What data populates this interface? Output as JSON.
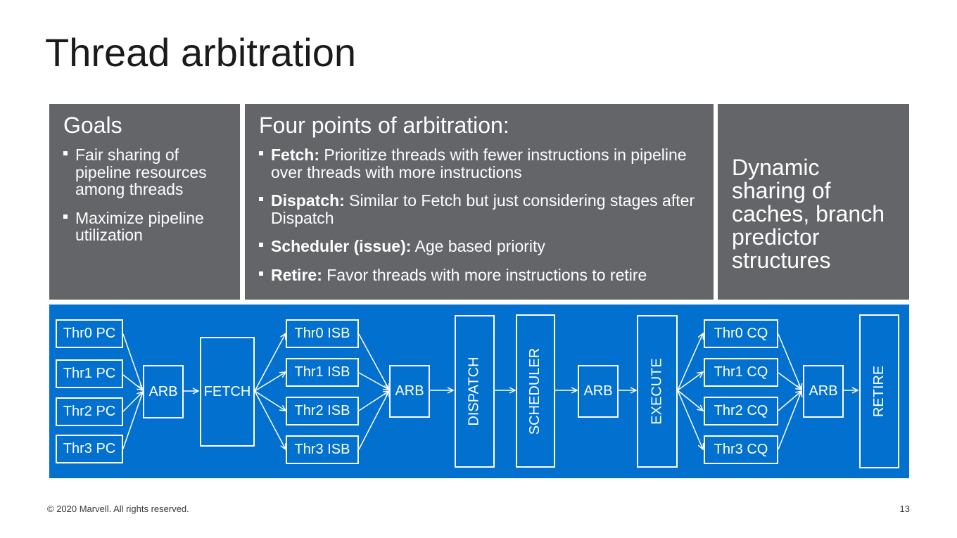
{
  "title": "Thread arbitration",
  "goals": {
    "heading": "Goals",
    "items": [
      "Fair sharing of pipeline resources among threads",
      "Maximize pipeline utilization"
    ]
  },
  "arbitration": {
    "heading": "Four points of arbitration:",
    "items": [
      {
        "bold": "Fetch:",
        "text": " Prioritize threads with fewer instructions in pipeline over threads with more instructions"
      },
      {
        "bold": "Dispatch:",
        "text": " Similar to Fetch but just considering stages after Dispatch"
      },
      {
        "bold": "Scheduler (issue):",
        "text": " Age based priority"
      },
      {
        "bold": "Retire:",
        "text": " Favor threads with more instructions to retire"
      }
    ]
  },
  "sharing": {
    "text": "Dynamic sharing of caches, branch predictor structures"
  },
  "diagram": {
    "pc": [
      "Thr0 PC",
      "Thr1 PC",
      "Thr2 PC",
      "Thr3 PC"
    ],
    "arb": "ARB",
    "fetch": "FETCH",
    "isb": [
      "Thr0 ISB",
      "Thr1 ISB",
      "Thr2 ISB",
      "Thr3 ISB"
    ],
    "dispatch": "DISPATCH",
    "scheduler": "SCHEDULER",
    "execute": "EXECUTE",
    "cq": [
      "Thr0 CQ",
      "Thr1 CQ",
      "Thr2 CQ",
      "Thr3 CQ"
    ],
    "retire": "RETIRE"
  },
  "footer": {
    "copyright": "© 2020 Marvell. All rights reserved.",
    "page": "13"
  }
}
